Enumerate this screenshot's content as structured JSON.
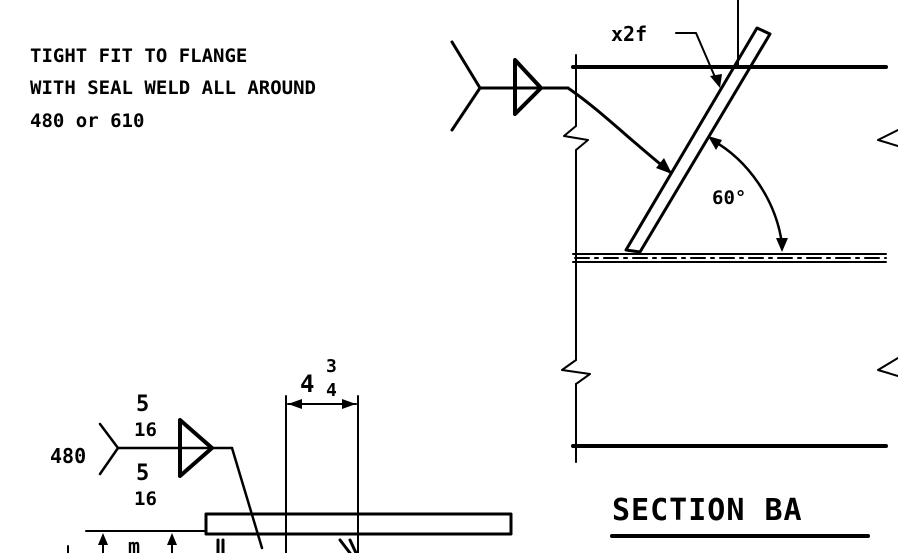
{
  "note": {
    "line1": "TIGHT FIT TO FLANGE",
    "line2": "WITH SEAL WELD ALL AROUND",
    "line3": "480 or 610"
  },
  "stiffener_label": "x2f",
  "angle_label": "60°",
  "dimension": {
    "whole": "4",
    "numerator": "3",
    "denominator": "4"
  },
  "weld_symbol": {
    "tail_ref": "480",
    "top_size_num": "5",
    "top_size_den": "16",
    "bottom_size_num": "5",
    "bottom_size_den": "16"
  },
  "section_title": "SECTION BA",
  "cut_label": "m"
}
